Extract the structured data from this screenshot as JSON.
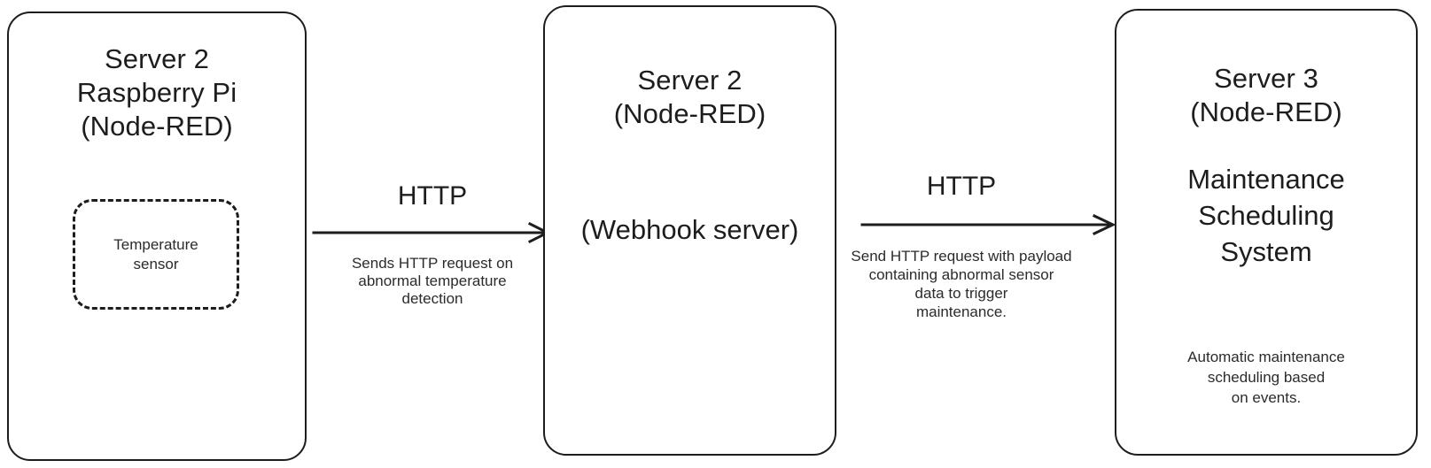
{
  "diagram": {
    "nodes": [
      {
        "id": "server2-rpi",
        "title": "Server 2\nRaspberry Pi\n(Node-RED)",
        "component_label": "Temperature\nsensor"
      },
      {
        "id": "server2-webhook",
        "title": "Server 2\n(Node-RED)",
        "subtitle": "(Webhook server)"
      },
      {
        "id": "server3-maintenance",
        "title": "Server 3\n(Node-RED)",
        "subtitle": "Maintenance\nScheduling\nSystem",
        "note": "Automatic maintenance\nscheduling based\non events."
      }
    ],
    "edges": [
      {
        "id": "edge-rpi-to-webhook",
        "protocol": "HTTP",
        "description": "Sends HTTP request on\nabnormal temperature\ndetection"
      },
      {
        "id": "edge-webhook-to-maintenance",
        "protocol": "HTTP",
        "description": "Send HTTP request with payload\ncontaining abnormal sensor\ndata to trigger\nmaintenance."
      }
    ],
    "colors": {
      "stroke": "#1d1d1d",
      "background": "#ffffff",
      "text": "#1d1d1d",
      "muted_text": "#2b2b2b"
    }
  }
}
